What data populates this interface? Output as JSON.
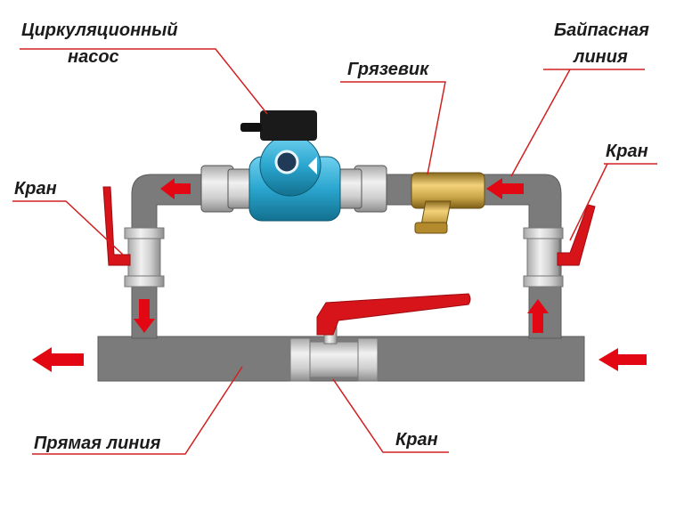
{
  "diagram": {
    "title": "Bypass circulation pump installation",
    "labels": {
      "pump": [
        "Циркуляционный",
        "насос"
      ],
      "strainer": "Грязевик",
      "bypass": [
        "Байпасная",
        "линия"
      ],
      "valve_left": "Кран",
      "valve_right": "Кран",
      "valve_bottom": "Кран",
      "main_line": "Прямая линия"
    },
    "colors": {
      "pipe": "#7b7b7b",
      "pipe_edge": "#5c5c5c",
      "arrow": "#e30613",
      "pump_body": "#2aa6cf",
      "brass": "#c9a446",
      "silver": "#c8c8c8",
      "handle": "#d8141b",
      "leader": "#d22020",
      "text": "#1c1c1c"
    }
  }
}
